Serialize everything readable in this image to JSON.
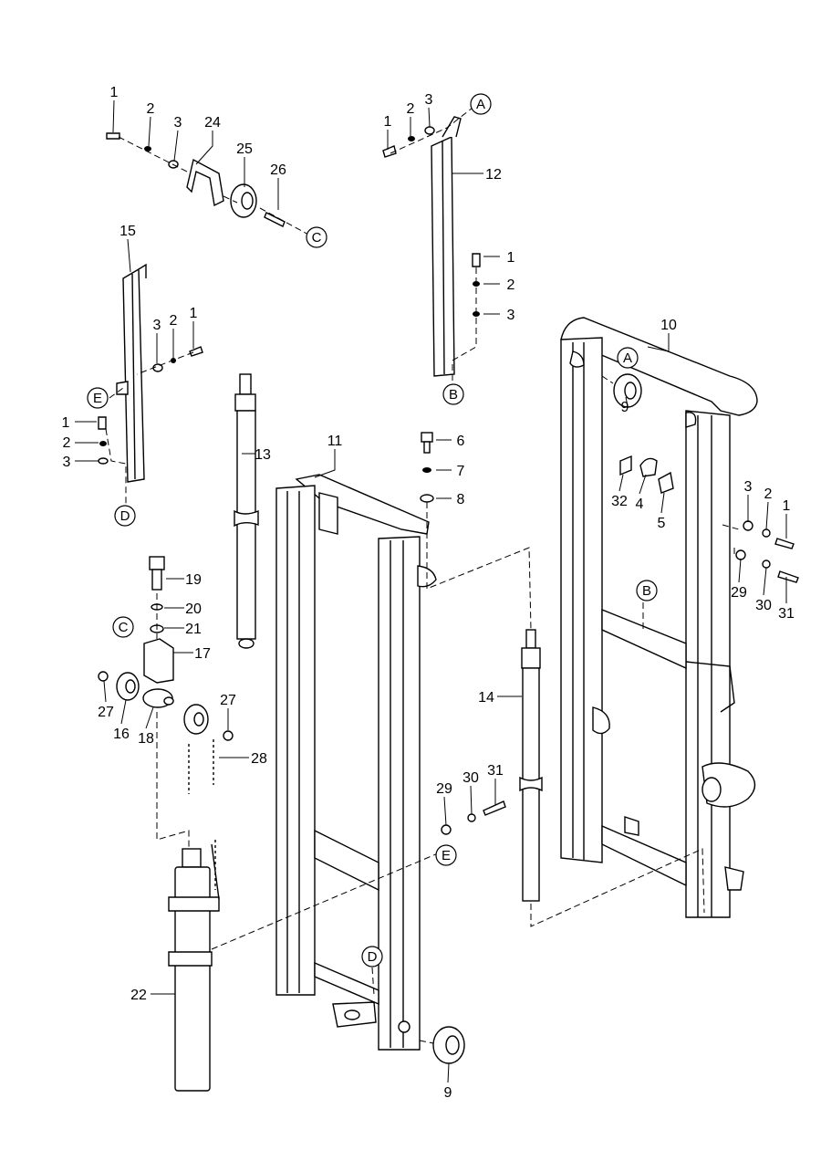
{
  "title": "Mast exploded parts diagram",
  "callouts": [
    "1",
    "2",
    "3",
    "24",
    "25",
    "26",
    "1",
    "2",
    "3",
    "12",
    "1",
    "2",
    "3",
    "15",
    "3",
    "2",
    "1",
    "1",
    "2",
    "3",
    "13",
    "11",
    "6",
    "7",
    "8",
    "10",
    "9",
    "32",
    "4",
    "5",
    "3",
    "2",
    "1",
    "29",
    "30",
    "31",
    "19",
    "20",
    "21",
    "17",
    "27",
    "16",
    "18",
    "27",
    "28",
    "14",
    "29",
    "30",
    "31",
    "22",
    "9"
  ],
  "refs": [
    "A",
    "B",
    "C",
    "D",
    "E",
    "A",
    "B",
    "C",
    "D",
    "E"
  ]
}
